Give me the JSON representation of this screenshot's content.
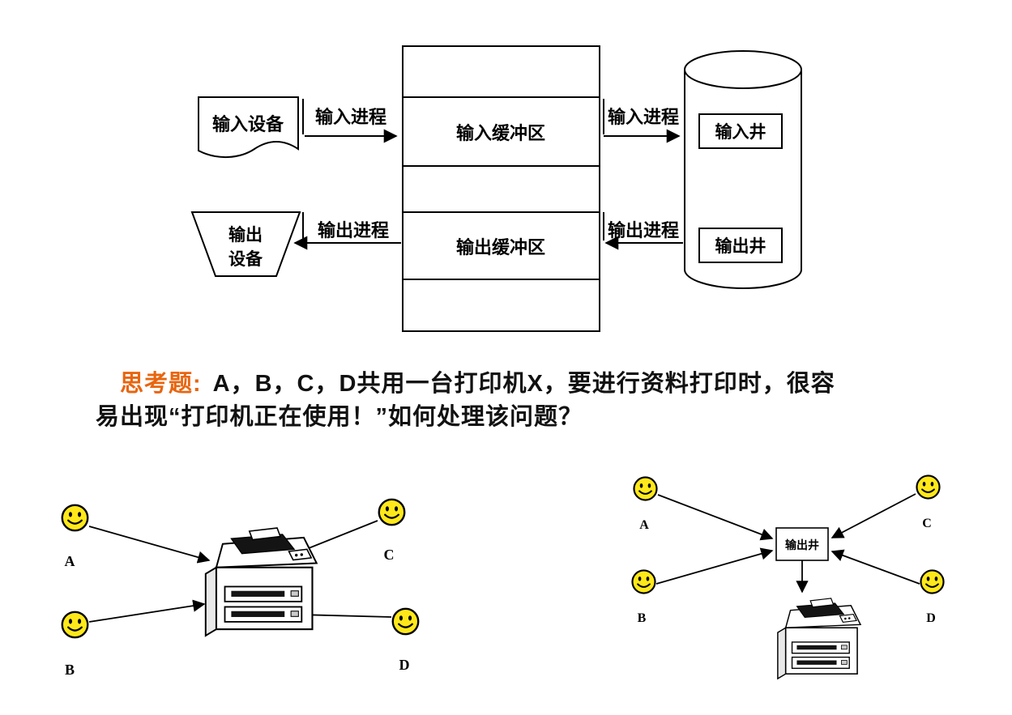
{
  "question": {
    "prefix": "思考题:",
    "line1": "A，B，C，D共用一台打印机X，要进行资料打印时，很容",
    "line2": "易出现“打印机正在使用！”如何处理该问题？"
  },
  "spooling": {
    "input_device": "输入设备",
    "output_device_line1": "输出",
    "output_device_line2": "设备",
    "input_buffer": "输入缓冲区",
    "output_buffer": "输出缓冲区",
    "input_well": "输入井",
    "output_well": "输出井",
    "input_process_left": "输入进程",
    "input_process_right": "输入进程",
    "output_process_left": "输出进程",
    "output_process_right": "输出进程"
  },
  "shared_printer": {
    "users": [
      "A",
      "B",
      "C",
      "D"
    ]
  },
  "spooled_printer": {
    "users": [
      "A",
      "B",
      "C",
      "D"
    ],
    "well_label": "输出井"
  },
  "colors": {
    "accent": "#e8650f",
    "smiley": "#ffe81a"
  }
}
